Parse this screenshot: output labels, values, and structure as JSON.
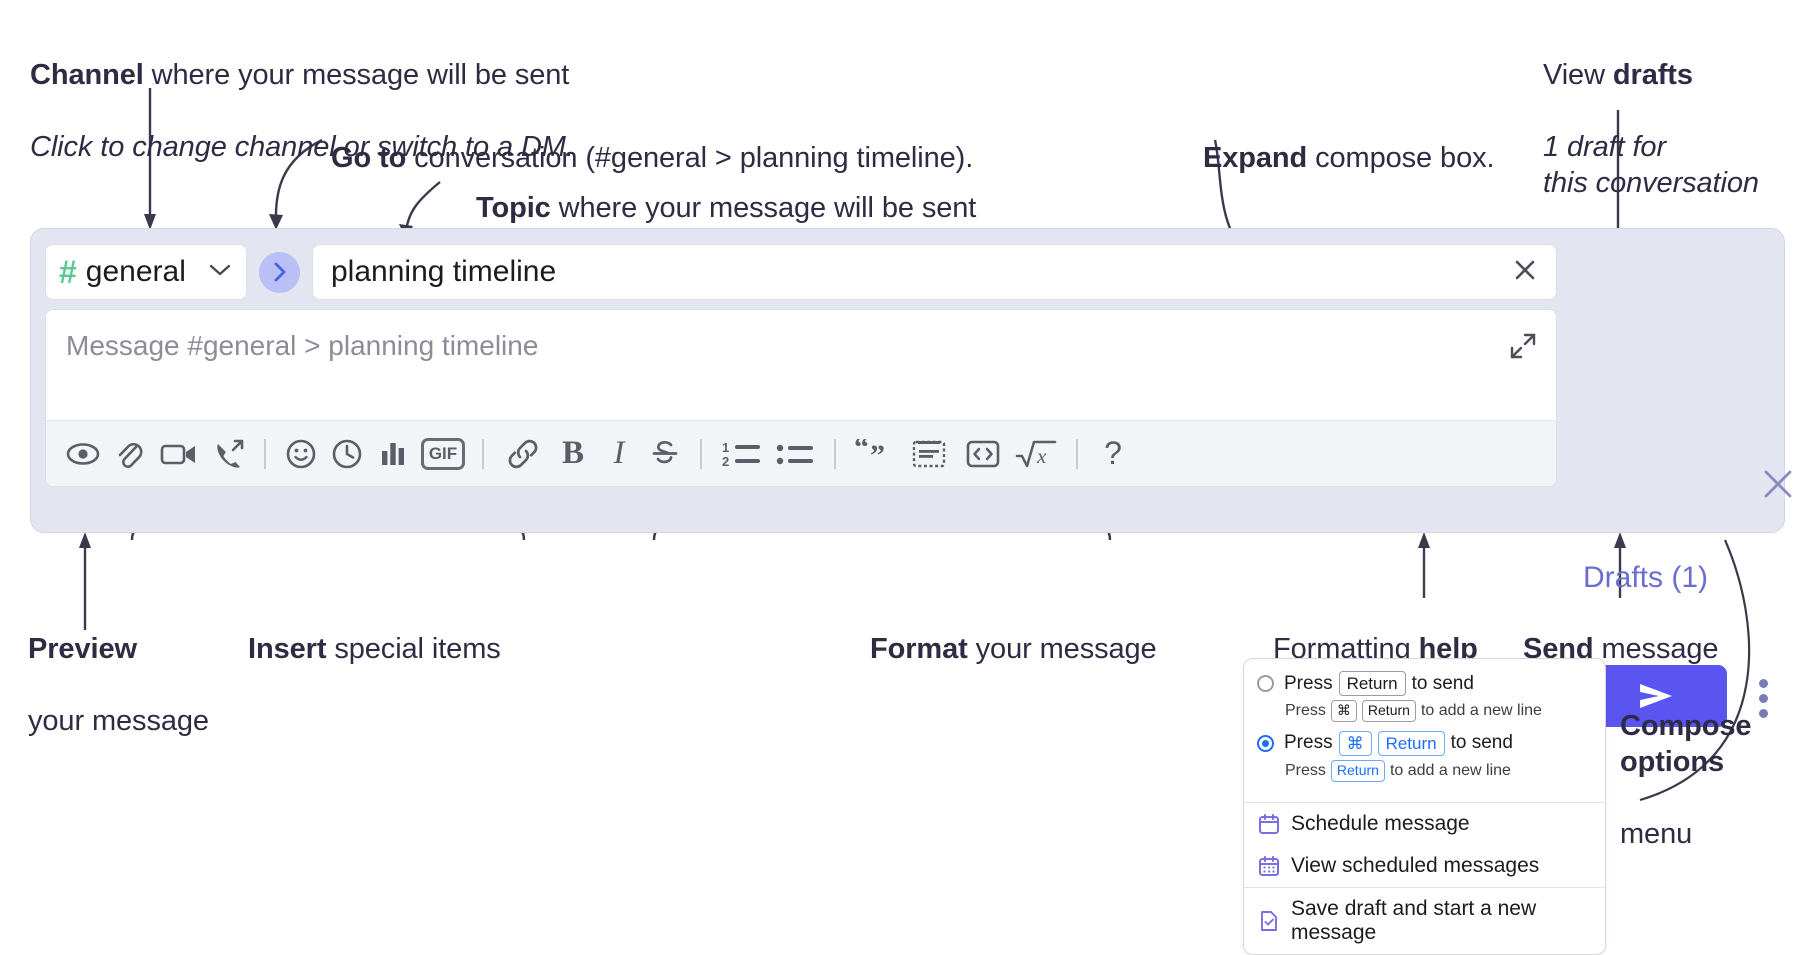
{
  "annotations": {
    "channel": {
      "bold": "Channel",
      "rest": " where your message will be sent",
      "italic": "Click to change channel or switch to a DM."
    },
    "goto": {
      "bold": "Go to",
      "rest": " conversation (#general > planning timeline)."
    },
    "topic": {
      "bold": "Topic",
      "rest": " where your message will be sent"
    },
    "expand": {
      "bold": "Expand",
      "rest": " compose box."
    },
    "drafts": {
      "bold_pre": "View ",
      "bold": "drafts",
      "italic": "1 draft for\nthis conversation"
    },
    "preview": {
      "bold": "Preview",
      "rest": "your message"
    },
    "insert": {
      "bold": "Insert",
      "rest": " special items"
    },
    "format": {
      "bold": "Format",
      "rest": " your message"
    },
    "help": {
      "pre": "Formatting ",
      "bold": "help"
    },
    "send": {
      "bold": "Send",
      "rest": " message"
    },
    "compose_options": {
      "bold": "Compose\noptions",
      "rest": "menu"
    }
  },
  "compose": {
    "channel": {
      "icon": "hash-icon",
      "name": "general",
      "chevron": "chevron-down-icon"
    },
    "goto_button": {
      "icon": "chevron-right-icon"
    },
    "topic": {
      "value": "planning timeline",
      "clear_icon": "close-icon"
    },
    "message": {
      "placeholder": "Message #general > planning timeline",
      "expand_icon": "expand-diagonal-icon"
    },
    "toolbar_items": [
      {
        "name": "preview-icon",
        "label": "Preview"
      },
      {
        "name": "paperclip-icon",
        "label": "Attach file"
      },
      {
        "name": "video-camera-icon",
        "label": "Record video clip"
      },
      {
        "name": "phone-arrow-icon",
        "label": "Huddle"
      },
      {
        "name": "divider-1",
        "label": ""
      },
      {
        "name": "emoji-smiley-icon",
        "label": "Emoji"
      },
      {
        "name": "clock-icon",
        "label": "Reminder"
      },
      {
        "name": "bar-chart-icon",
        "label": "Poll"
      },
      {
        "name": "gif-icon",
        "label": "GIF"
      },
      {
        "name": "divider-2",
        "label": ""
      },
      {
        "name": "link-icon",
        "label": "Link"
      },
      {
        "name": "bold-icon",
        "label": "B"
      },
      {
        "name": "italic-icon",
        "label": "I"
      },
      {
        "name": "strikethrough-icon",
        "label": "Strikethrough"
      },
      {
        "name": "divider-3",
        "label": ""
      },
      {
        "name": "ordered-list-icon",
        "label": "Ordered list"
      },
      {
        "name": "bulleted-list-icon",
        "label": "Bulleted list"
      },
      {
        "name": "divider-4",
        "label": ""
      },
      {
        "name": "blockquote-icon",
        "label": "Blockquote"
      },
      {
        "name": "code-block-icon",
        "label": "Code block"
      },
      {
        "name": "inline-code-icon",
        "label": "Code"
      },
      {
        "name": "math-sqrt-icon",
        "label": "Math"
      },
      {
        "name": "divider-5",
        "label": ""
      },
      {
        "name": "help-question-icon",
        "label": "?"
      }
    ],
    "drafts_label": "Drafts (1)",
    "close_icon": "close-icon",
    "send_icon": "paper-plane-icon",
    "kebab_icon": "more-options-vertical-icon"
  },
  "options_menu": {
    "radio_options": [
      {
        "selected": false,
        "main_pre": "Press",
        "main_key": "Return",
        "main_post": "to send",
        "sub_pre": "Press",
        "sub_keys": [
          "⌘",
          "Return"
        ],
        "sub_post": "to add a new line"
      },
      {
        "selected": true,
        "main_pre": "Press",
        "main_keys": [
          "⌘",
          "Return"
        ],
        "main_post": "to send",
        "sub_pre": "Press",
        "sub_key": "Return",
        "sub_post": "to add a new line"
      }
    ],
    "items": [
      {
        "icon": "calendar-clock-icon",
        "label": "Schedule message"
      },
      {
        "icon": "calendar-grid-icon",
        "label": "View scheduled messages"
      },
      {
        "icon": "document-check-icon",
        "label": "Save draft and start a new message"
      }
    ]
  },
  "colors": {
    "accent_purple": "#5a55f0",
    "drafts_text": "#6b6ed0",
    "hash_green": "#5bc98e",
    "goto_blue": "#b9c0f5",
    "panel_bg": "#e3e5f1",
    "menu_blue": "#1d6ef5"
  }
}
